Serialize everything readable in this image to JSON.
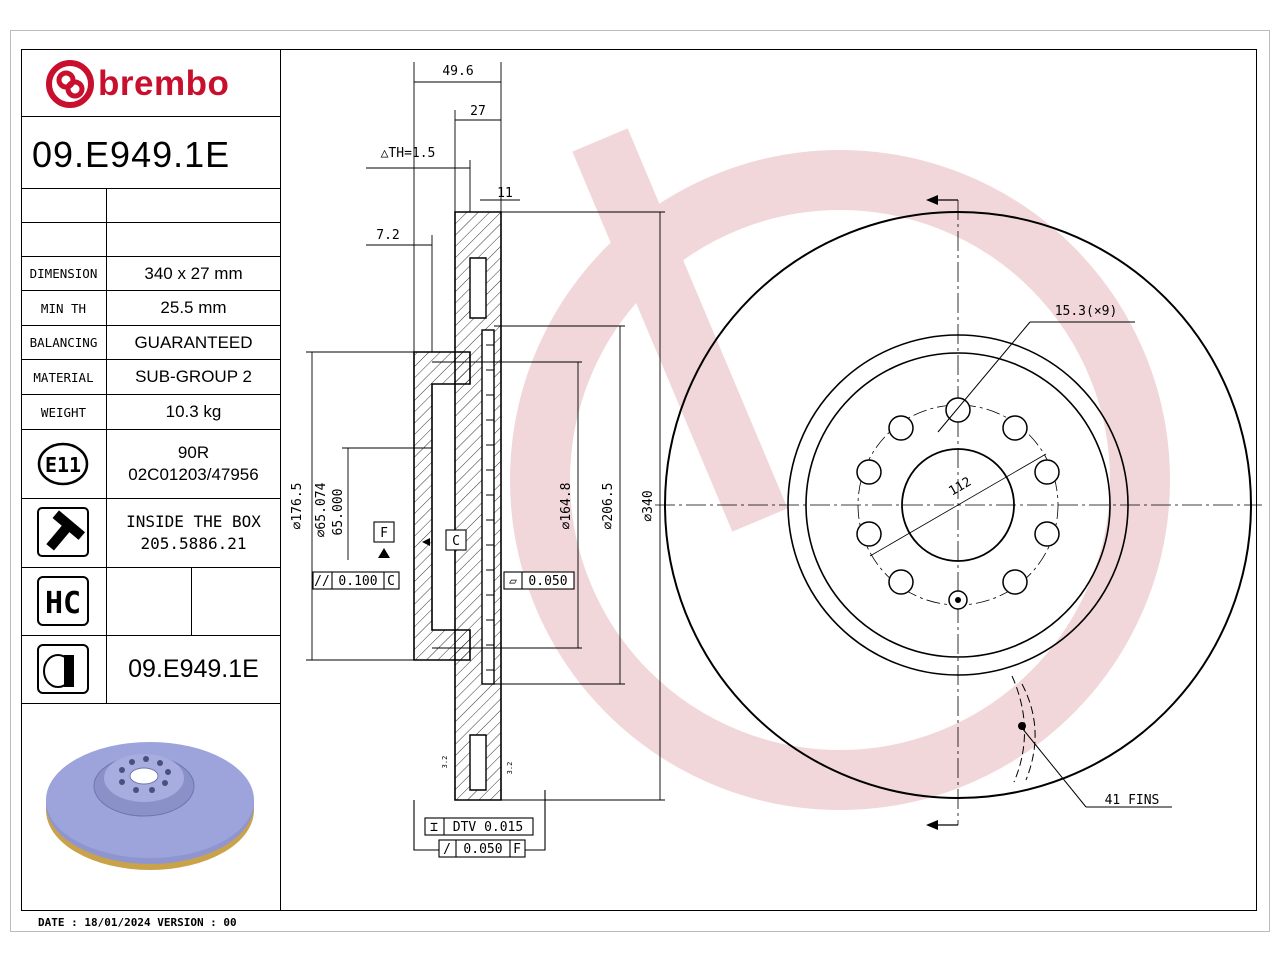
{
  "brand": {
    "name": "brembo",
    "color": "#c8102e",
    "watermark_color": "#e6b6bc"
  },
  "part_number": "09.E949.1E",
  "specs": [
    {
      "label": "DIMENSION",
      "value": "340 x 27 mm"
    },
    {
      "label": "MIN TH",
      "value": "25.5 mm"
    },
    {
      "label": "BALANCING",
      "value": "GUARANTEED"
    },
    {
      "label": "MATERIAL",
      "value": "SUB-GROUP 2"
    },
    {
      "label": "WEIGHT",
      "value": "10.3 kg"
    }
  ],
  "homologation": {
    "badge": "E11",
    "line1": "90R",
    "line2": "02C01203/47956"
  },
  "screw": {
    "line1": "INSIDE THE BOX",
    "line2": "205.5886.21"
  },
  "hc_badge": "HC",
  "disc_code": "09.E949.1E",
  "footer": {
    "date_version": "DATE : 18/01/2024 VERSION : 00"
  },
  "dimensions": {
    "overall_height": "49.6",
    "thickness": "27",
    "th_tolerance": "△TH=1.5",
    "vane": "11",
    "hat_wall": "7.2",
    "d_176": "⌀176.5",
    "d_65a": "⌀65.074",
    "d_65b": "65.000",
    "d_164": "⌀164.8",
    "d_206": "⌀206.5",
    "d_340": "⌀340",
    "datum_f": "F",
    "datum_c": "C",
    "parallel": "0.100",
    "parallel_ref": "C",
    "flatness": "0.050",
    "dtv": "DTV 0.015",
    "runout": "0.050",
    "runout_ref": "F",
    "rough_a": "3.2",
    "rough_b": "3.2"
  },
  "front_view": {
    "hole_callout": "15.3(×9)",
    "pcd": "112",
    "fins": "41 FINS"
  }
}
